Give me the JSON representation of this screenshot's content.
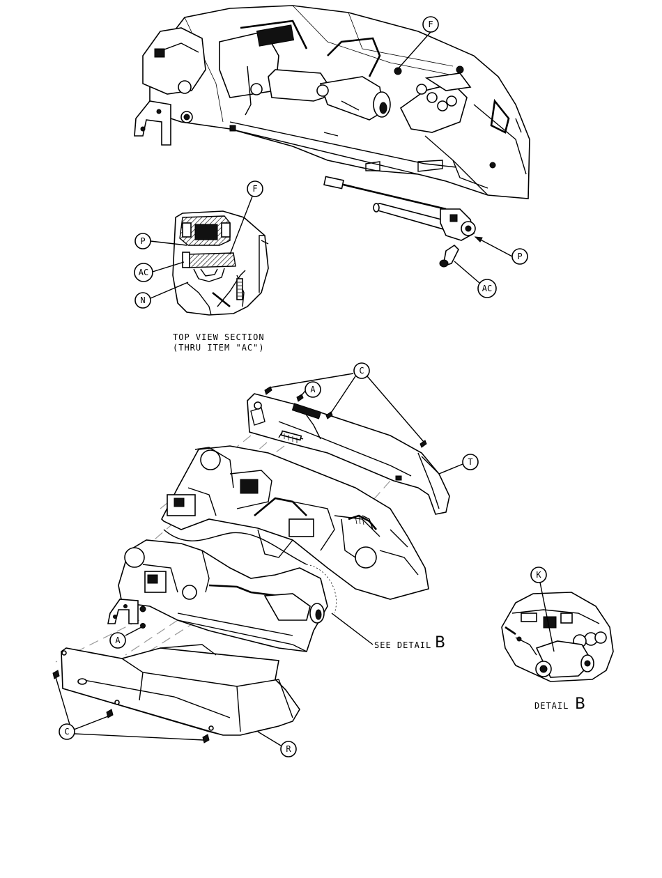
{
  "callouts": {
    "f_top": "F",
    "f_section": "F",
    "p_section": "P",
    "ac_section": "AC",
    "n_section": "N",
    "p_right": "P",
    "ac_right": "AC",
    "c_top": "C",
    "a_top": "A",
    "t_cover": "T",
    "k_detail": "K",
    "a_lower": "A",
    "c_lower": "C",
    "r_lower": "R"
  },
  "captions": {
    "section_line1": "TOP VIEW SECTION",
    "section_line2": "(THRU ITEM \"AC\")",
    "see_detail": "SEE DETAIL",
    "see_detail_letter": "B",
    "detail": "DETAIL",
    "detail_letter": "B"
  }
}
